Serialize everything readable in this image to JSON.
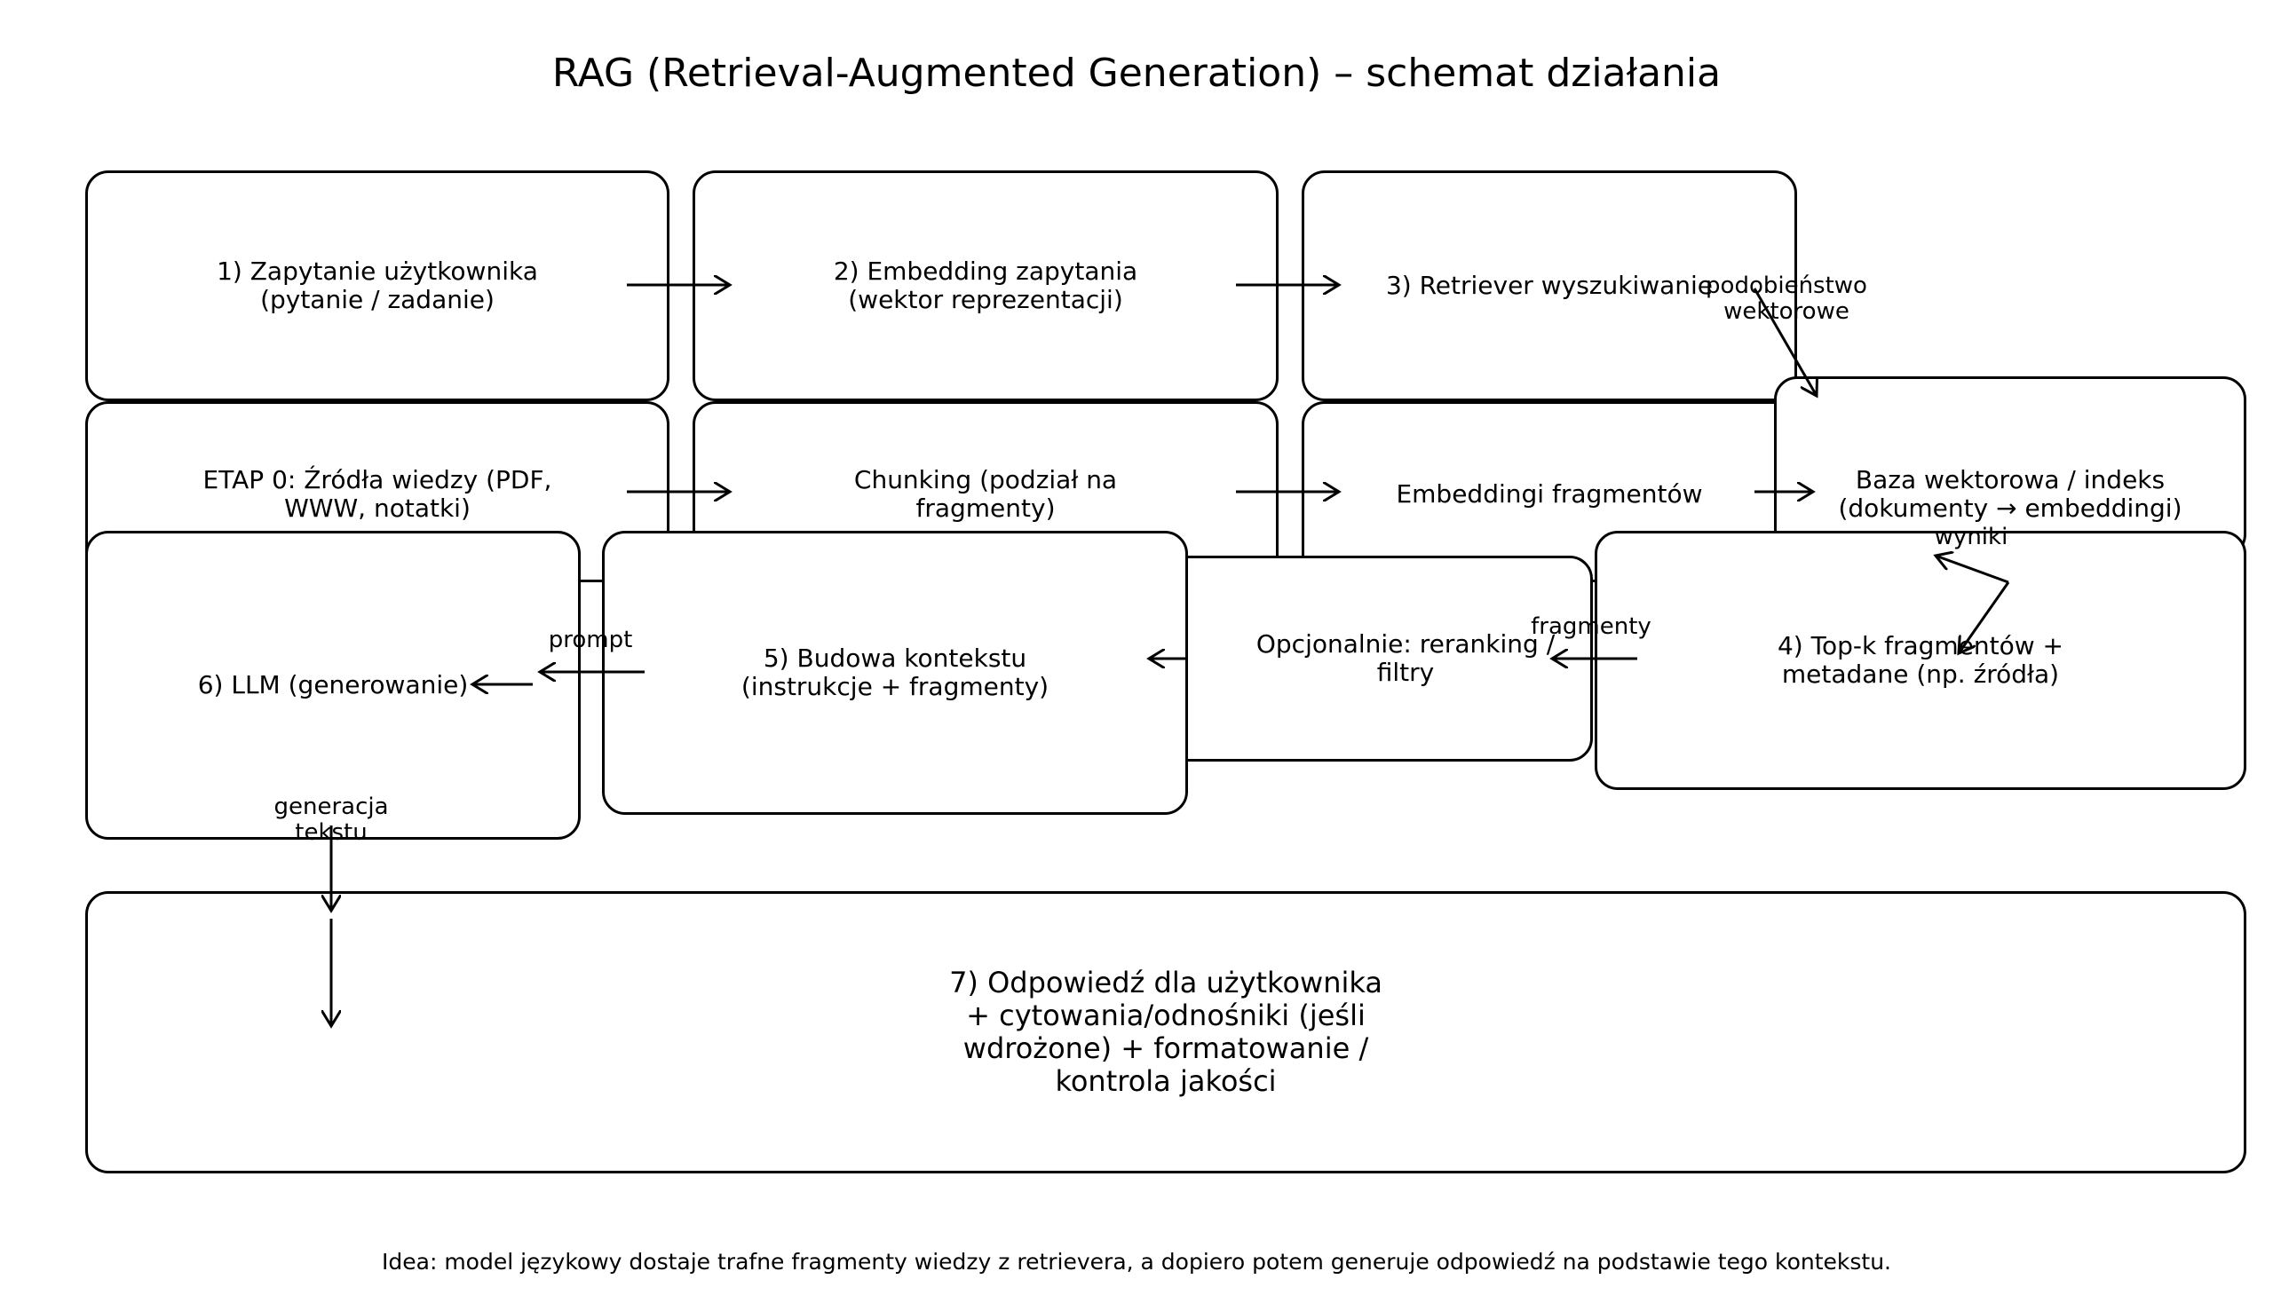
{
  "title": "RAG (Retrieval-Augmented Generation) – schemat działania",
  "nodes": {
    "query": "1) Zapytanie użytkownika\n(pytanie / zadanie)",
    "embed_query": "2) Embedding zapytania\n(wektor reprezentacji)",
    "retriever": "3) Retriever wyszukiwanie",
    "sources": "ETAP 0: Źródła wiedzy (PDF,\nWWW, notatki)",
    "chunking": "Chunking (podział na\nfragmenty)",
    "embed_chunks": "Embeddingi fragmentów",
    "vector_db": "Baza wektorowa / indeks\n(dokumenty → embeddingi)",
    "llm": "6) LLM (generowanie)",
    "context": "5) Budowa kontekstu\n(instrukcje + fragmenty)",
    "rerank": "Opcjonalnie: reranking /\nfiltry",
    "topk": "4) Top-k fragmentów +\nmetadane (np. źródła)",
    "answer": "7) Odpowiedź dla użytkownika\n+ cytowania/odnośniki (jeśli\nwdrożone) + formatowanie /\nkontrola jakości"
  },
  "edge_labels": {
    "similarity": "podobieństwo\nwektorowe",
    "results": "wyniki",
    "fragments": "fragmenty",
    "prompt": "prompt",
    "generation": "generacja\ntekstu"
  },
  "footer": "Idea: model językowy dostaje trafne fragmenty wiedzy z retrievera, a dopiero potem generuje odpowiedź na podstawie tego kontekstu."
}
